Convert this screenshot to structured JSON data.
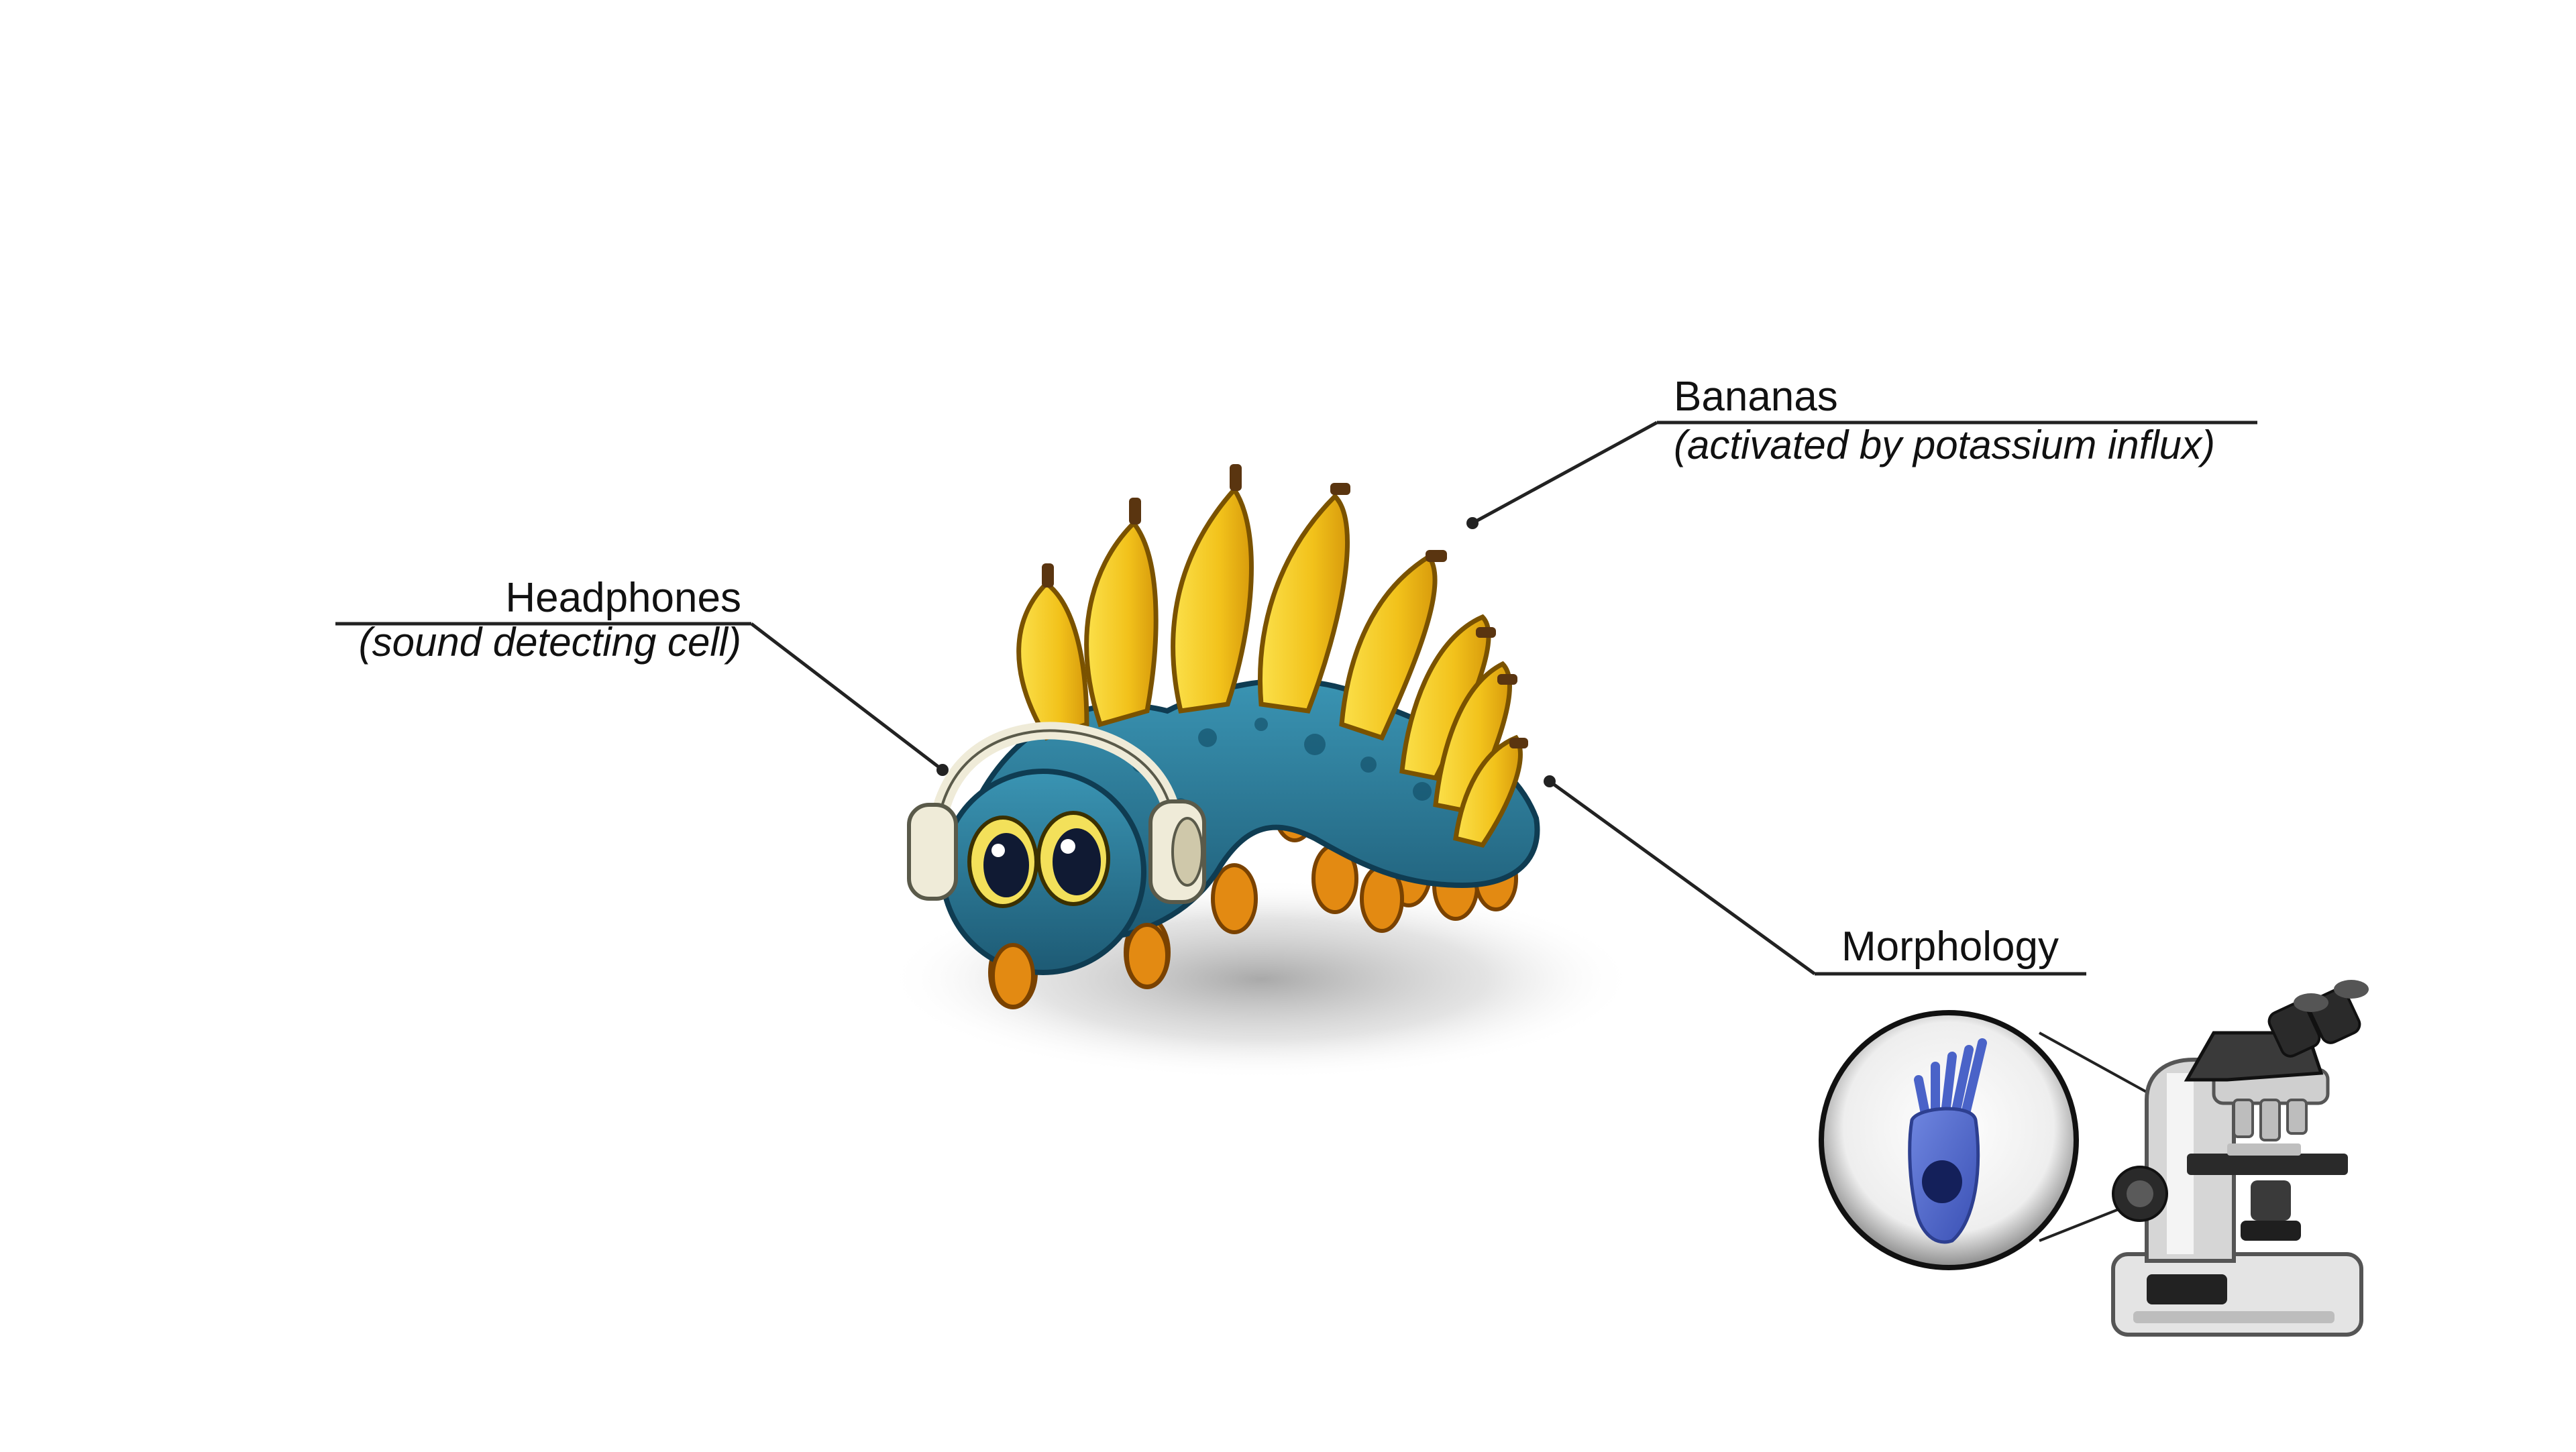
{
  "labels": {
    "headphones": {
      "title": "Headphones",
      "subtitle": "(sound detecting cell)"
    },
    "bananas": {
      "title": "Bananas",
      "subtitle": "(activated by potassium influx)"
    },
    "morphology": {
      "title": "Morphology"
    }
  },
  "colors": {
    "body_blue": "#2f7f9e",
    "body_dark": "#1d5a74",
    "banana_yellow": "#f2c21b",
    "banana_shade": "#d89b0c",
    "leg_orange": "#e38a12",
    "headphone_cream": "#efebd8",
    "cell_blue": "#4a63c8",
    "microscope_grey": "#d8d8d8",
    "line_dark": "#222222"
  },
  "icons": [
    "caterpillar-illustration",
    "headphones-icon",
    "banana-icon",
    "eye-icon",
    "cell-icon",
    "magnifier-circle",
    "microscope-icon"
  ]
}
